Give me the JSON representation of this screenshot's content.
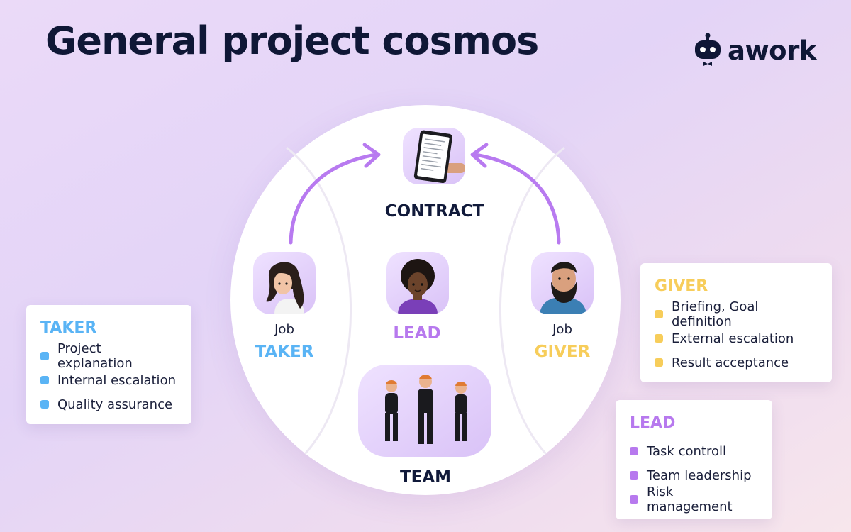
{
  "title": "General project cosmos",
  "brand": {
    "name": "awork",
    "icon": "robot-logo-icon"
  },
  "colors": {
    "taker": "#5ab4f5",
    "giver": "#f7cd5a",
    "lead": "#b779ee",
    "arrow": "#b87af0",
    "navy": "#111a3a"
  },
  "diagram": {
    "contract": "CONTRACT",
    "lead": "LEAD",
    "team": "TEAM",
    "taker": {
      "prefix": "Job",
      "label": "TAKER"
    },
    "giver": {
      "prefix": "Job",
      "label": "GIVER"
    }
  },
  "cards": {
    "taker": {
      "title": "TAKER",
      "items": [
        "Project explanation",
        "Internal escalation",
        "Quality assurance"
      ]
    },
    "giver": {
      "title": "GIVER",
      "items": [
        "Briefing, Goal definition",
        "External escalation",
        "Result acceptance"
      ]
    },
    "lead": {
      "title": "LEAD",
      "items": [
        "Task controll",
        "Team leadership",
        "Risk management"
      ]
    }
  }
}
